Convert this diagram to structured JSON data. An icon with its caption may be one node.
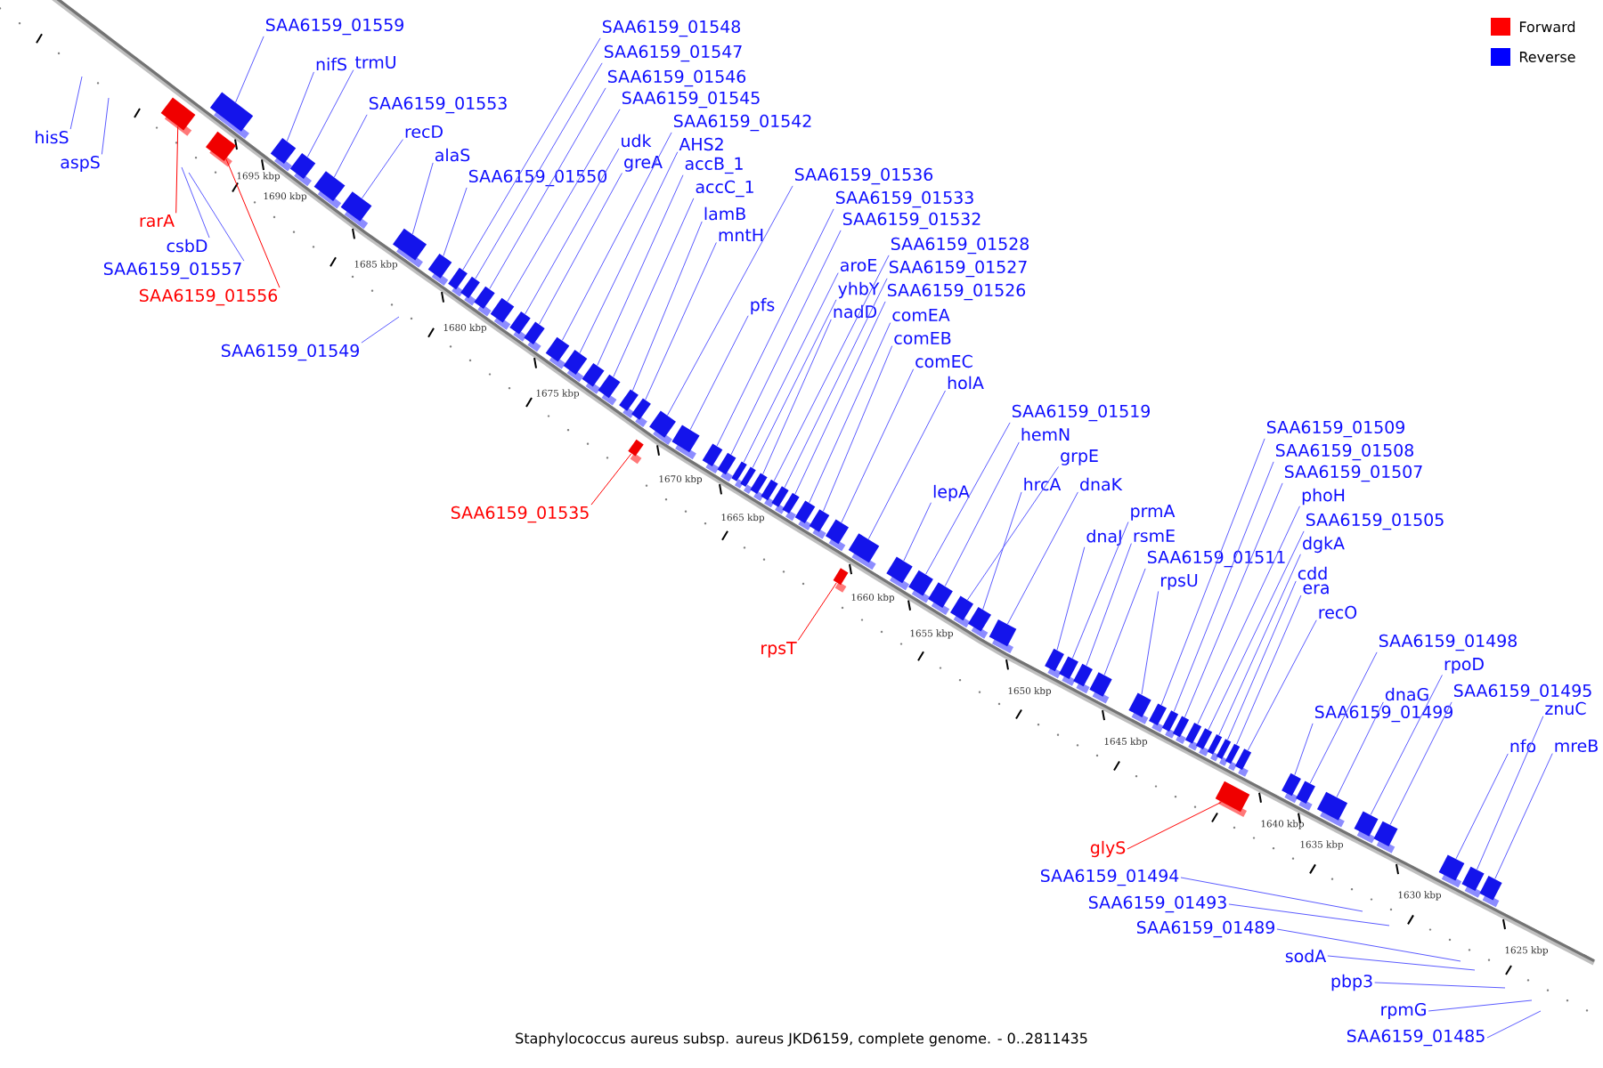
{
  "diagram": {
    "caption": "Staphylococcus aureus subsp. aureus JKD6159, complete genome. - 0..2811435",
    "nodes": [
      {
        "text": [
          "SAA6159_01559"
        ]
      },
      {
        "text": [
          "nifS"
        ]
      },
      {
        "text": [
          "trmU"
        ]
      },
      {
        "text": [
          "SAA6159_01548"
        ]
      },
      {
        "text": [
          "SAA6159_01547"
        ]
      },
      {
        "text": [
          "SAA6159_01546"
        ]
      },
      {
        "text": [
          "SAA6159_01545"
        ]
      },
      {
        "text": [
          "SAA6159_01553"
        ]
      },
      {
        "text": [
          "SAA6159_01542"
        ]
      },
      {
        "text": [
          "recD"
        ]
      },
      {
        "text": [
          "hisS"
        ]
      },
      {
        "text": [
          "udk"
        ]
      },
      {
        "text": [
          "AHS2"
        ]
      },
      {
        "text": [
          "alaS"
        ]
      },
      {
        "text": [
          "aspS"
        ]
      },
      {
        "text": [
          "greA"
        ]
      },
      {
        "text": [
          "accB_1"
        ]
      },
      {
        "text": [
          "SAA6159_01536"
        ]
      },
      {
        "text": [
          "SAA6159_01550"
        ]
      },
      {
        "text": [
          "accC_1"
        ]
      },
      {
        "text": [
          "SAA6159_01533"
        ]
      },
      {
        "text": [
          "lamB"
        ]
      },
      {
        "text": [
          "rarA"
        ]
      },
      {
        "text": [
          "SAA6159_01532"
        ]
      },
      {
        "text": [
          "mntH"
        ]
      },
      {
        "text": [
          "csbD"
        ]
      },
      {
        "text": [
          "SAA6159_01528"
        ]
      },
      {
        "text": [
          "aroE"
        ]
      },
      {
        "text": [
          "SAA6159_01527"
        ]
      },
      {
        "text": [
          "SAA6159_01557"
        ]
      },
      {
        "text": [
          "yhbY"
        ]
      },
      {
        "text": [
          "SAA6159_01526"
        ]
      },
      {
        "text": [
          "SAA6159_01556"
        ]
      },
      {
        "text": [
          "pfs"
        ]
      },
      {
        "text": [
          "nadD"
        ]
      },
      {
        "text": [
          "comEA"
        ]
      },
      {
        "text": [
          "comEB"
        ]
      },
      {
        "text": [
          "SAA6159_01549"
        ]
      },
      {
        "text": [
          "comEC"
        ]
      },
      {
        "text": [
          "holA"
        ]
      },
      {
        "text": [
          "SAA6159_01519"
        ]
      },
      {
        "text": [
          "SAA6159_01509"
        ]
      },
      {
        "text": [
          "hemN"
        ]
      },
      {
        "text": [
          "SAA6159_01508"
        ]
      },
      {
        "text": [
          "grpE"
        ]
      },
      {
        "text": [
          "SAA6159_01507"
        ]
      },
      {
        "text": [
          "hrcA"
        ]
      },
      {
        "text": [
          "dnaK"
        ]
      },
      {
        "text": [
          "lepA"
        ]
      },
      {
        "text": [
          "phoH"
        ]
      },
      {
        "text": [
          "prmA"
        ]
      },
      {
        "text": [
          "SAA6159_01535"
        ]
      },
      {
        "text": [
          "SAA6159_01505"
        ]
      },
      {
        "text": [
          "dnaJ"
        ]
      },
      {
        "text": [
          "rsmE"
        ]
      },
      {
        "text": [
          "dgkA"
        ]
      },
      {
        "text": [
          "SAA6159_01511"
        ]
      },
      {
        "text": [
          "cdd"
        ]
      },
      {
        "text": [
          "rpsU"
        ]
      },
      {
        "text": [
          "era"
        ]
      },
      {
        "text": [
          "recO"
        ]
      },
      {
        "text": [
          "SAA6159_01498"
        ]
      },
      {
        "text": [
          "rpsT"
        ]
      },
      {
        "text": [
          "rpoD"
        ]
      },
      {
        "text": [
          "SAA6159_01495"
        ]
      },
      {
        "text": [
          "dnaG"
        ]
      },
      {
        "text": [
          "SAA6159_01499"
        ]
      },
      {
        "text": [
          "znuC"
        ]
      },
      {
        "text": [
          "nfo"
        ]
      },
      {
        "text": [
          "mreB"
        ]
      },
      {
        "text": [
          "glyS"
        ]
      },
      {
        "text": [
          "SAA6159_01494"
        ]
      },
      {
        "text": [
          "SAA6159_01493"
        ]
      },
      {
        "text": [
          "SAA6159_01489"
        ]
      },
      {
        "text": [
          "sodA"
        ]
      },
      {
        "text": [
          "pbp3"
        ]
      },
      {
        "text": [
          "rpmG"
        ]
      },
      {
        "text": [
          "SAA6159_01485"
        ]
      },
      {
        "text": [],
        "shape": "box"
      },
      {
        "text": [],
        "shape": "box"
      },
      {
        "text": [],
        "shape": "box"
      },
      {
        "text": [],
        "shape": "box"
      },
      {
        "text": [],
        "shape": "box"
      },
      {
        "text": [],
        "shape": "box"
      },
      {
        "text": [],
        "shape": "box"
      },
      {
        "text": [],
        "shape": "box"
      },
      {
        "text": [],
        "shape": "box"
      },
      {
        "text": [],
        "shape": "box"
      },
      {
        "text": [],
        "shape": "box"
      },
      {
        "text": [],
        "shape": "box"
      },
      {
        "text": [],
        "shape": "box"
      },
      {
        "text": [],
        "shape": "box"
      },
      {
        "text": [],
        "shape": "box"
      },
      {
        "text": [],
        "shape": "box"
      },
      {
        "text": [],
        "shape": "box"
      },
      {
        "text": [],
        "shape": "box"
      },
      {
        "text": [],
        "shape": "box"
      },
      {
        "text": [],
        "shape": "box"
      },
      {
        "text": [],
        "shape": "box"
      },
      {
        "text": [],
        "shape": "box"
      },
      {
        "text": [],
        "shape": "box"
      },
      {
        "text": [],
        "shape": "box"
      },
      {
        "text": [],
        "shape": "box"
      },
      {
        "text": [],
        "shape": "box"
      },
      {
        "text": [],
        "shape": "box"
      },
      {
        "text": [],
        "shape": "box"
      },
      {
        "text": [],
        "shape": "box"
      },
      {
        "text": [],
        "shape": "box"
      },
      {
        "text": [],
        "shape": "box"
      },
      {
        "text": [],
        "shape": "box"
      },
      {
        "text": [],
        "shape": "box"
      },
      {
        "text": [],
        "shape": "box"
      },
      {
        "text": [],
        "shape": "box"
      },
      {
        "text": [],
        "shape": "box"
      },
      {
        "text": [],
        "shape": "box"
      },
      {
        "text": [],
        "shape": "box"
      },
      {
        "text": [],
        "shape": "box"
      },
      {
        "text": [],
        "shape": "box"
      },
      {
        "text": [],
        "shape": "box"
      },
      {
        "text": [],
        "shape": "box"
      },
      {
        "text": [],
        "shape": "box"
      },
      {
        "text": [],
        "shape": "box"
      },
      {
        "text": [],
        "shape": "box"
      },
      {
        "text": [],
        "shape": "box"
      },
      {
        "text": [],
        "shape": "box"
      },
      {
        "text": [],
        "shape": "box"
      },
      {
        "text": [],
        "shape": "box"
      },
      {
        "text": [],
        "shape": "box"
      },
      {
        "text": [],
        "shape": "box"
      },
      {
        "text": [],
        "shape": "box"
      },
      {
        "text": [],
        "shape": "box"
      },
      {
        "text": [],
        "shape": "box"
      },
      {
        "text": [],
        "shape": "box"
      },
      {
        "text": [],
        "shape": "box"
      },
      {
        "text": [],
        "shape": "box"
      },
      {
        "text": [],
        "shape": "box"
      },
      {
        "text": [],
        "shape": "box"
      },
      {
        "text": [],
        "shape": "box"
      },
      {
        "text": [],
        "shape": "box"
      },
      {
        "text": [],
        "shape": "box"
      },
      {
        "text": [],
        "shape": "box"
      },
      {
        "text": [],
        "shape": "box"
      },
      {
        "text": [],
        "shape": "box"
      },
      {
        "text": [],
        "shape": "box"
      }
    ],
    "edges": [
      {
        "from": 0,
        "to": 80,
        "arrow": "none"
      },
      {
        "from": 1,
        "to": 81,
        "arrow": "none"
      },
      {
        "from": 2,
        "to": 82,
        "arrow": "none"
      },
      {
        "from": 3,
        "to": 87,
        "arrow": "none"
      },
      {
        "from": 4,
        "to": 88,
        "arrow": "none"
      },
      {
        "from": 5,
        "to": 89,
        "arrow": "none"
      },
      {
        "from": 6,
        "to": 90,
        "arrow": "none"
      },
      {
        "from": 7,
        "to": 83,
        "arrow": "none"
      },
      {
        "from": 8,
        "to": 93,
        "arrow": "none"
      },
      {
        "from": 9,
        "to": 84,
        "arrow": "none"
      },
      {
        "from": 10,
        "to": null,
        "arrow": "none"
      },
      {
        "from": 11,
        "to": 91,
        "arrow": "none"
      },
      {
        "from": 12,
        "to": 94,
        "arrow": "none"
      },
      {
        "from": 13,
        "to": 85,
        "arrow": "none"
      },
      {
        "from": 14,
        "to": null,
        "arrow": "none"
      },
      {
        "from": 15,
        "to": 92,
        "arrow": "none"
      },
      {
        "from": 16,
        "to": 95,
        "arrow": "none"
      },
      {
        "from": 17,
        "to": 100,
        "arrow": "none"
      },
      {
        "from": 18,
        "to": 86,
        "arrow": "none"
      },
      {
        "from": 19,
        "to": 96,
        "arrow": "none"
      },
      {
        "from": 20,
        "to": 102,
        "arrow": "none"
      },
      {
        "from": 21,
        "to": 97,
        "arrow": "none"
      },
      {
        "from": 22,
        "to": 78,
        "arrow": "none",
        "color": "#ff0000"
      },
      {
        "from": 23,
        "to": 103,
        "arrow": "none"
      },
      {
        "from": 24,
        "to": 99,
        "arrow": "none"
      },
      {
        "from": 25,
        "to": null,
        "arrow": "none"
      },
      {
        "from": 26,
        "to": 107,
        "arrow": "none"
      },
      {
        "from": 27,
        "to": 104,
        "arrow": "none"
      },
      {
        "from": 28,
        "to": 108,
        "arrow": "none"
      },
      {
        "from": 29,
        "to": null,
        "arrow": "none"
      },
      {
        "from": 30,
        "to": 105,
        "arrow": "none"
      },
      {
        "from": 31,
        "to": 109,
        "arrow": "none"
      },
      {
        "from": 32,
        "to": 79,
        "arrow": "none",
        "color": "#ff0000"
      },
      {
        "from": 33,
        "to": 101,
        "arrow": "none"
      },
      {
        "from": 34,
        "to": 106,
        "arrow": "none"
      },
      {
        "from": 35,
        "to": 110,
        "arrow": "none"
      },
      {
        "from": 36,
        "to": 111,
        "arrow": "none"
      },
      {
        "from": 37,
        "to": null,
        "arrow": "none"
      },
      {
        "from": 38,
        "to": 112,
        "arrow": "none"
      },
      {
        "from": 39,
        "to": 114,
        "arrow": "none"
      },
      {
        "from": 40,
        "to": 116,
        "arrow": "none"
      },
      {
        "from": 41,
        "to": 126,
        "arrow": "none"
      },
      {
        "from": 42,
        "to": 117,
        "arrow": "none"
      },
      {
        "from": 43,
        "to": 127,
        "arrow": "none"
      },
      {
        "from": 44,
        "to": 118,
        "arrow": "none"
      },
      {
        "from": 45,
        "to": 128,
        "arrow": "none"
      },
      {
        "from": 46,
        "to": 119,
        "arrow": "none"
      },
      {
        "from": 47,
        "to": 120,
        "arrow": "none"
      },
      {
        "from": 48,
        "to": 115,
        "arrow": "none"
      },
      {
        "from": 49,
        "to": 129,
        "arrow": "none"
      },
      {
        "from": 50,
        "to": 122,
        "arrow": "none"
      },
      {
        "from": 51,
        "to": 98,
        "arrow": "none",
        "color": "#ff0000"
      },
      {
        "from": 52,
        "to": 130,
        "arrow": "none"
      },
      {
        "from": 53,
        "to": 121,
        "arrow": "none"
      },
      {
        "from": 54,
        "to": 123,
        "arrow": "none"
      },
      {
        "from": 55,
        "to": 131,
        "arrow": "none"
      },
      {
        "from": 56,
        "to": 124,
        "arrow": "none"
      },
      {
        "from": 57,
        "to": 132,
        "arrow": "none"
      },
      {
        "from": 58,
        "to": 125,
        "arrow": "none"
      },
      {
        "from": 59,
        "to": 133,
        "arrow": "none"
      },
      {
        "from": 60,
        "to": 135,
        "arrow": "none"
      },
      {
        "from": 61,
        "to": 137,
        "arrow": "none"
      },
      {
        "from": 62,
        "to": 113,
        "arrow": "none",
        "color": "#ff0000"
      },
      {
        "from": 63,
        "to": 139,
        "arrow": "none"
      },
      {
        "from": 64,
        "to": 140,
        "arrow": "none"
      },
      {
        "from": 65,
        "to": 138,
        "arrow": "none"
      },
      {
        "from": 66,
        "to": 136,
        "arrow": "none"
      },
      {
        "from": 67,
        "to": 142,
        "arrow": "none"
      },
      {
        "from": 68,
        "to": 141,
        "arrow": "none"
      },
      {
        "from": 69,
        "to": 143,
        "arrow": "none"
      },
      {
        "from": 70,
        "to": 134,
        "arrow": "none",
        "color": "#ff0000"
      },
      {
        "from": 71,
        "to": null,
        "arrow": "none"
      },
      {
        "from": 72,
        "to": null,
        "arrow": "none"
      },
      {
        "from": 73,
        "to": null,
        "arrow": "none"
      },
      {
        "from": 74,
        "to": null,
        "arrow": "none"
      },
      {
        "from": 75,
        "to": null,
        "arrow": "none"
      },
      {
        "from": 76,
        "to": null,
        "arrow": "none"
      },
      {
        "from": 77,
        "to": null,
        "arrow": "none"
      }
    ],
    "labels": [
      "1695 kbp",
      "1690 kbp",
      "1685 kbp",
      "1680 kbp",
      "1675 kbp",
      "1670 kbp",
      "1665 kbp",
      "1660 kbp",
      "1655 kbp",
      "1650 kbp",
      "1645 kbp",
      "1640 kbp",
      "1635 kbp",
      "1630 kbp",
      "1625 kbp"
    ],
    "legend": [
      {
        "text": "Forward",
        "color": "#ff0000"
      },
      {
        "text": "Reverse",
        "color": "#0000ff"
      }
    ]
  }
}
